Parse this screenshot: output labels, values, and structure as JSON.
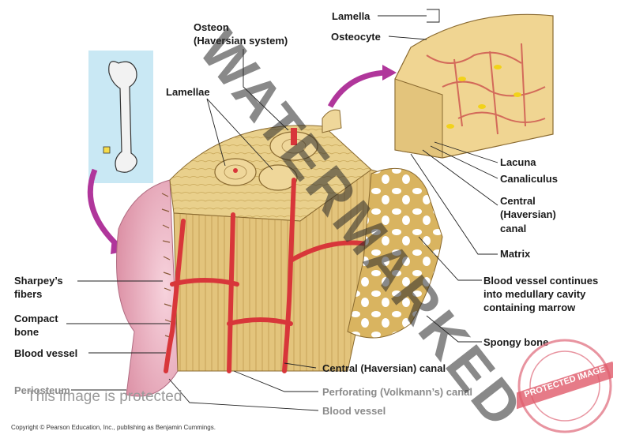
{
  "labels": {
    "lamella": "Lamella",
    "osteocyte": "Osteocyte",
    "osteon": "Osteon",
    "haversian_system": "(Haversian system)",
    "lamellae": "Lamellae",
    "lacuna": "Lacuna",
    "canaliculus": "Canaliculus",
    "central_line1": "Central",
    "central_line2": "(Haversian)",
    "central_line3": "canal",
    "matrix": "Matrix",
    "blood_continues_line1": "Blood vessel continues",
    "blood_continues_line2": "into medullary cavity",
    "blood_continues_line3": "containing marrow",
    "sharpeys_line1": "Sharpey’s",
    "sharpeys_line2": "fibers",
    "compact_line1": "Compact",
    "compact_line2": "bone",
    "blood_vessel_left": "Blood vessel",
    "spongy_bone": "Spongy bone",
    "central_canal_bottom": "Central (Haversian) canal",
    "perforating_canal": "Perforating (Volkmann’s) canal",
    "blood_vessel_bottom": "Blood vessel",
    "periosteum": "Periosteum"
  },
  "watermark": "WATERMARKED",
  "protected_notice": "This image is protected",
  "copyright": "Copyright © Pearson Education, Inc., publishing as Benjamin Cummings.",
  "stamp_text": "PROTECTED IMAGE",
  "colors": {
    "bone": "#e9d08c",
    "bone_dark": "#c9a85a",
    "vessel": "#d8363a",
    "periosteum": "#e7a6b8",
    "arrow": "#b0369b",
    "inset_bg": "#c9e8f4",
    "osteocyte": "#f2d21a"
  }
}
